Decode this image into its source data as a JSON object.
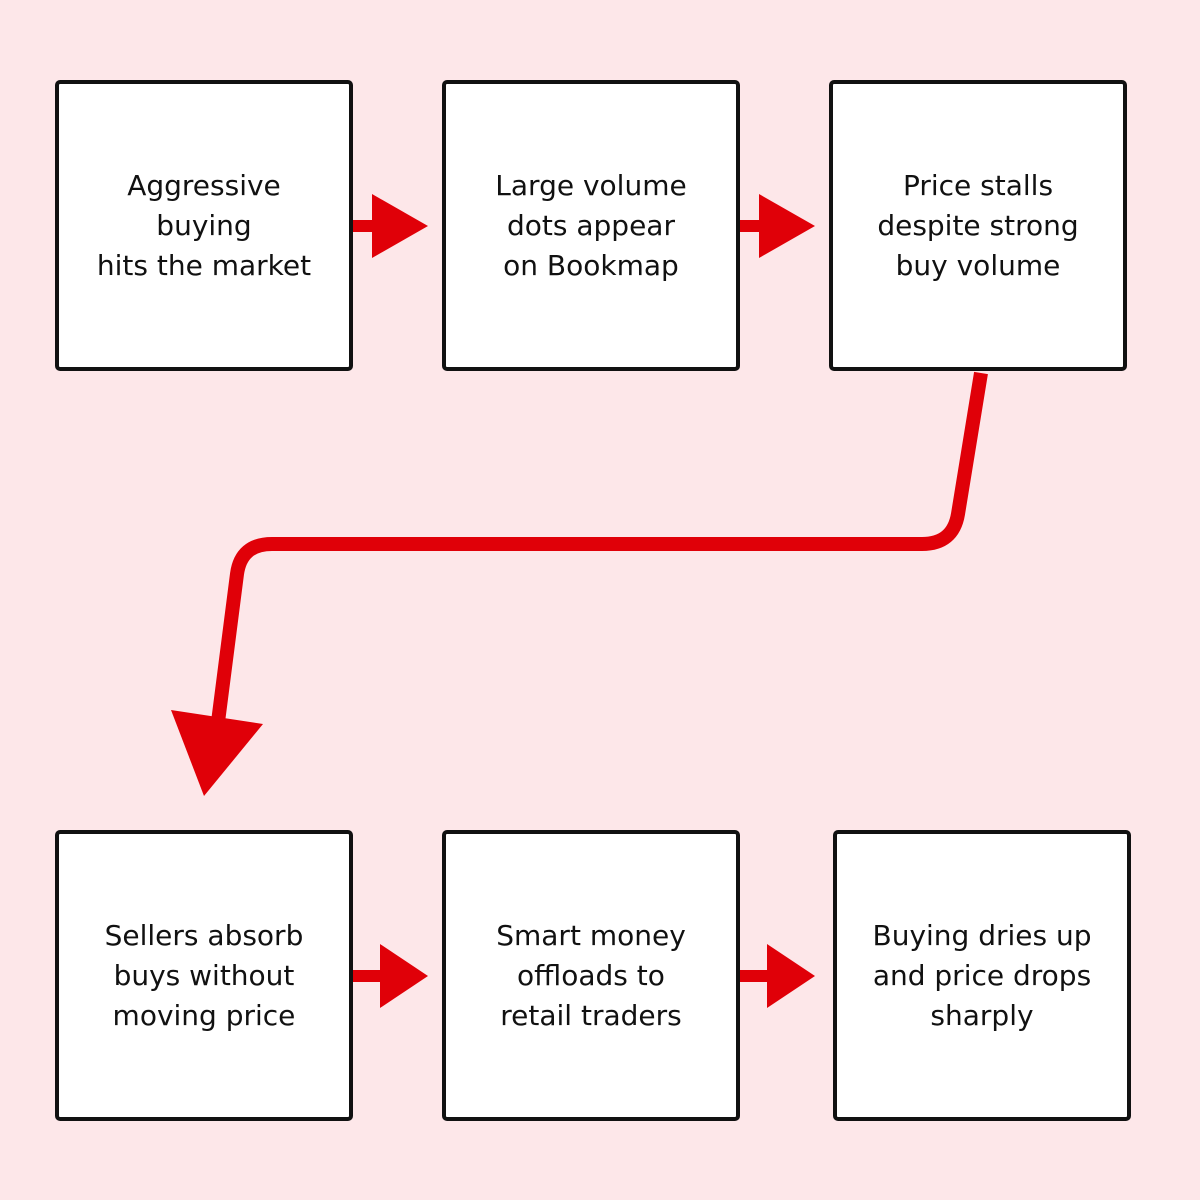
{
  "colors": {
    "background": "#fde7e9",
    "box_fill": "#ffffff",
    "box_border": "#111111",
    "arrow": "#e00008",
    "text": "#111111"
  },
  "steps": [
    "Aggressive\nbuying\nhits the market",
    "Large volume\ndots appear\non Bookmap",
    "Price stalls\ndespite strong\nbuy volume",
    "Sellers absorb\nbuys without\nmoving price",
    "Smart money\noffloads to\nretail traders",
    "Buying dries up\nand price drops\nsharply"
  ]
}
